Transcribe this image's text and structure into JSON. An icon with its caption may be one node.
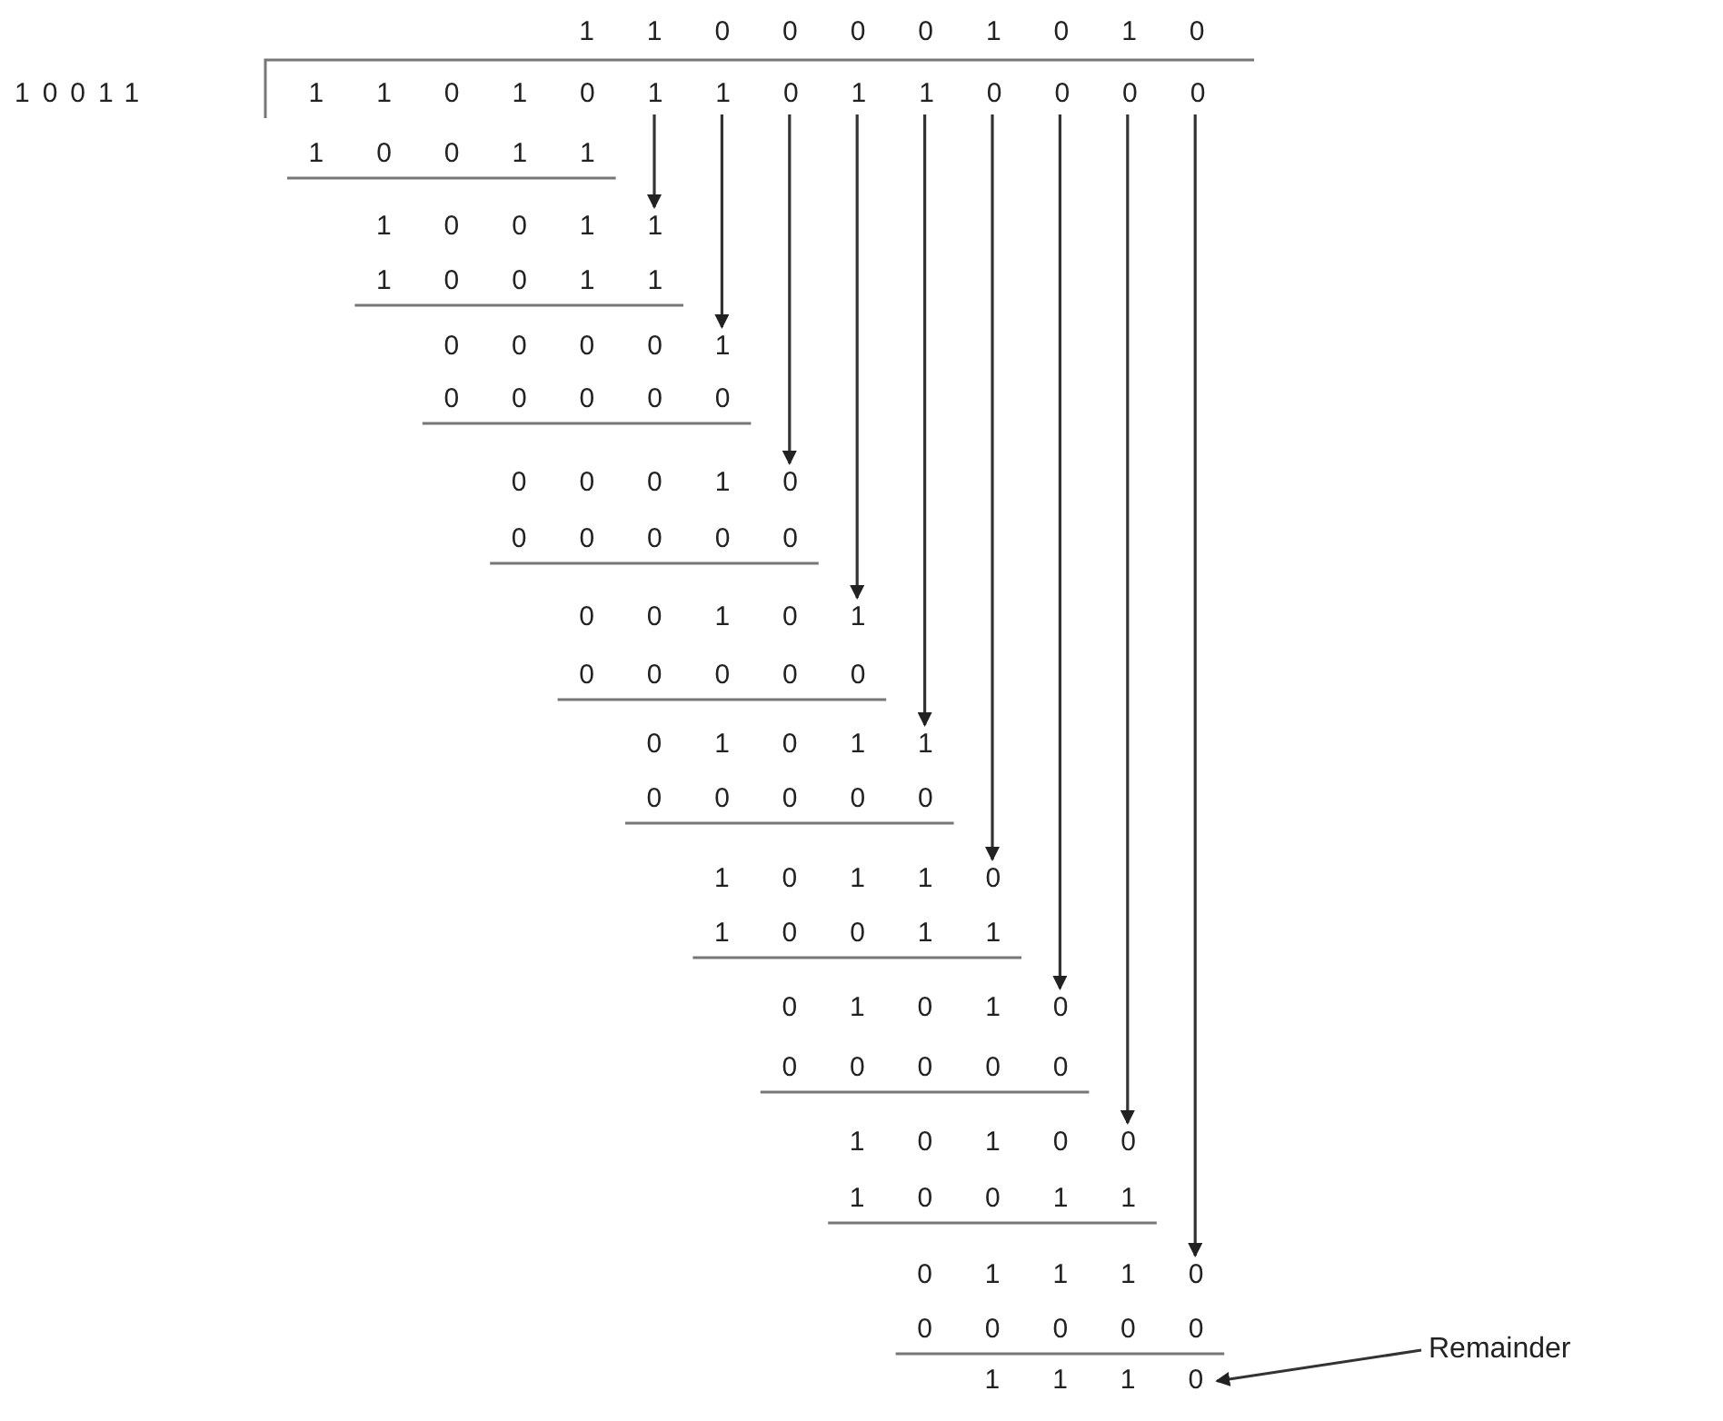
{
  "diagram": {
    "nodes": [
      {
        "text": [
          "1 1 0 1 0 1 1 0 1 1 0 0 0 0"
        ]
      },
      {
        "text": [
          "1 0 0 1 1"
        ]
      },
      {
        "text": [
          "0 0 0 0 1"
        ]
      },
      {
        "text": [
          "0 0 0 1 0"
        ]
      },
      {
        "text": [
          "0 0 1 0 1"
        ]
      },
      {
        "text": [
          "0 1 0 1 1"
        ]
      },
      {
        "text": [
          "1 0 1 1 0"
        ]
      },
      {
        "text": [
          "0 1 0 1 0"
        ]
      },
      {
        "text": [
          "1 0 1 0 0"
        ]
      },
      {
        "text": [
          "0 1 1 1 0"
        ]
      },
      {
        "text": [
          "1 1 1 0"
        ]
      },
      {
        "text": [
          "Remainder"
        ]
      }
    ],
    "edges": [
      {
        "from": 0,
        "to": 1,
        "arrow": "to"
      },
      {
        "from": 0,
        "to": 2,
        "arrow": "to"
      },
      {
        "from": 0,
        "to": 3,
        "arrow": "to"
      },
      {
        "from": 0,
        "to": 4,
        "arrow": "to"
      },
      {
        "from": 0,
        "to": 5,
        "arrow": "to"
      },
      {
        "from": 0,
        "to": 6,
        "arrow": "to"
      },
      {
        "from": 0,
        "to": 7,
        "arrow": "to"
      },
      {
        "from": 0,
        "to": 8,
        "arrow": "to"
      },
      {
        "from": 0,
        "to": 9,
        "arrow": "to"
      },
      {
        "from": 11,
        "to": 10,
        "arrow": "to"
      }
    ],
    "labels": [
      "1 1 0 0 0 0 1 0 1 0",
      "10011",
      "1 0 0 1 1",
      "1 0 0 1 1",
      "0 0 0 0 0",
      "0 0 0 0 0",
      "0 0 0 0 0",
      "0 0 0 0 0",
      "1 0 0 1 1",
      "0 0 0 0 0",
      "1 0 0 1 1",
      "0 0 0 0 0"
    ]
  }
}
